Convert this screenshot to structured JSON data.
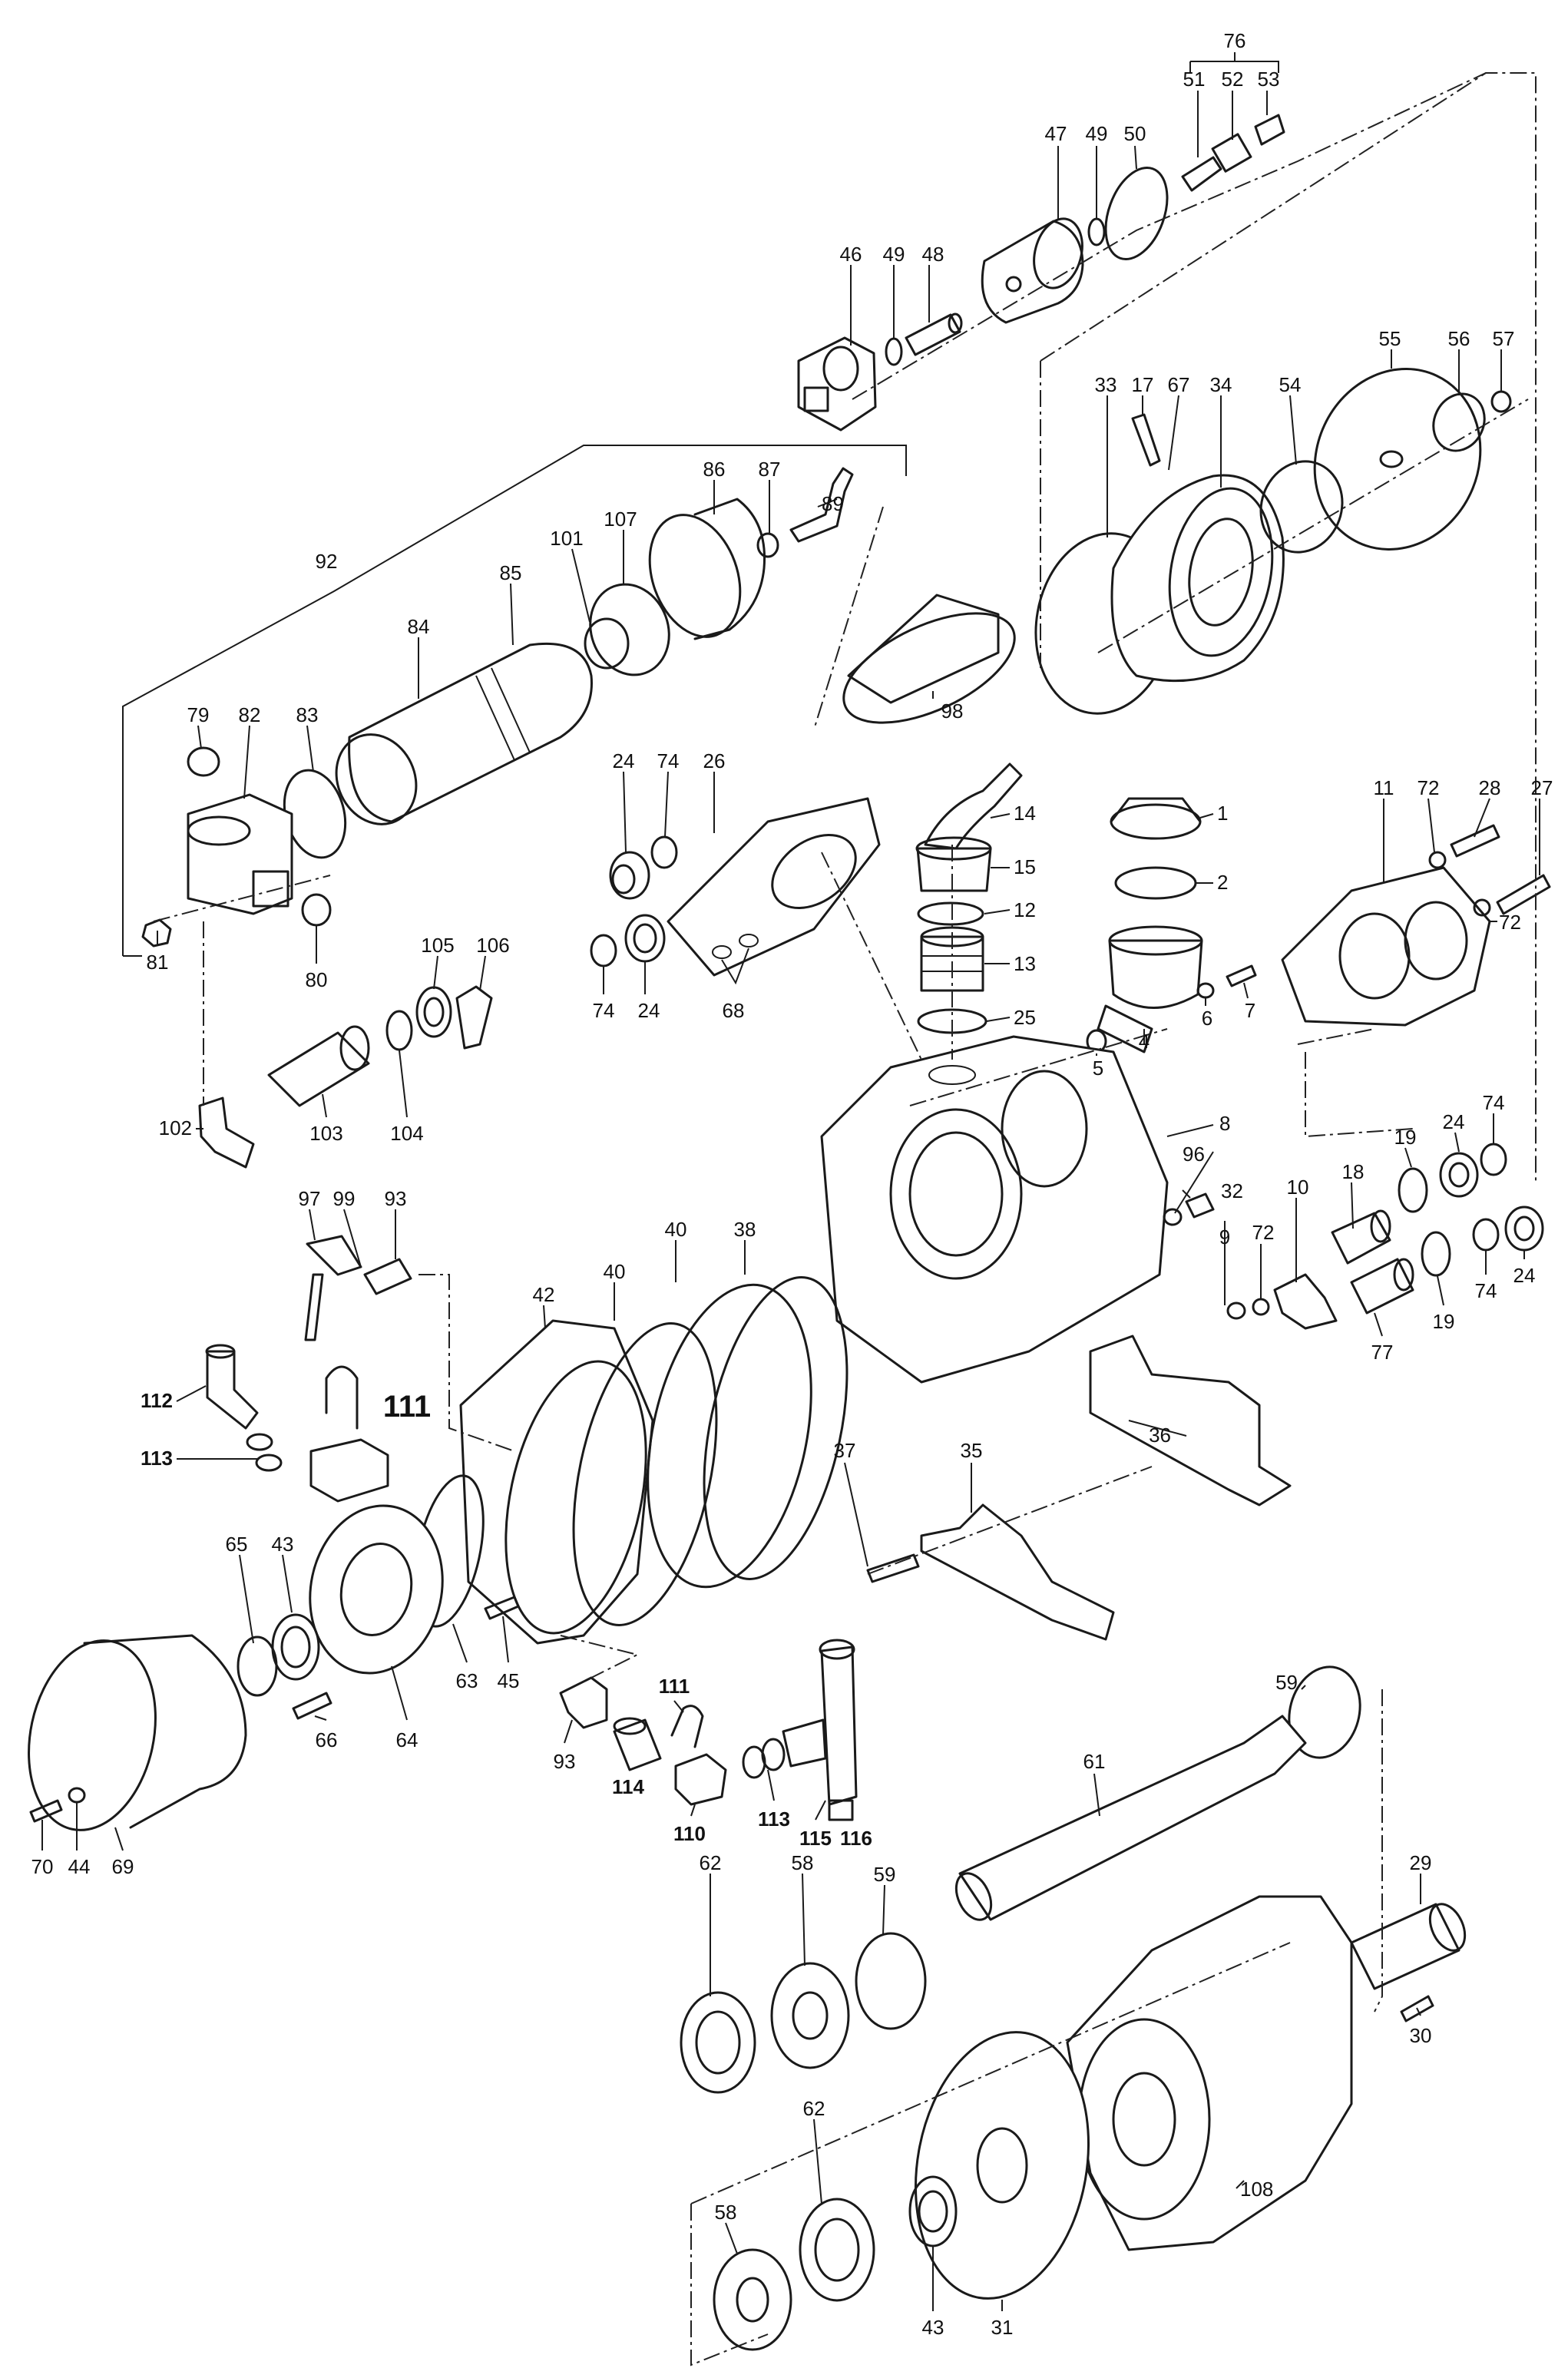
{
  "labels": {
    "p1": "1",
    "p2": "2",
    "p4": "4",
    "p5": "5",
    "p6": "6",
    "p7": "7",
    "p8": "8",
    "p9": "9",
    "p10": "10",
    "p11": "11",
    "p12": "12",
    "p13": "13",
    "p14": "14",
    "p15": "15",
    "p17": "17",
    "p18": "18",
    "p19a": "19",
    "p19b": "19",
    "p24a": "24",
    "p24b": "24",
    "p24c": "24",
    "p24d": "24",
    "p25": "25",
    "p26": "26",
    "p27": "27",
    "p28": "28",
    "p29": "29",
    "p30": "30",
    "p31": "31",
    "p32": "32",
    "p33": "33",
    "p34": "34",
    "p35": "35",
    "p36": "36",
    "p37": "37",
    "p38": "38",
    "p40a": "40",
    "p40b": "40",
    "p42": "42",
    "p43a": "43",
    "p43b": "43",
    "p44": "44",
    "p45": "45",
    "p46": "46",
    "p47": "47",
    "p48": "48",
    "p49a": "49",
    "p49b": "49",
    "p50": "50",
    "p51": "51",
    "p52": "52",
    "p53": "53",
    "p54": "54",
    "p55": "55",
    "p56": "56",
    "p57": "57",
    "p58a": "58",
    "p58b": "58",
    "p59a": "59",
    "p59b": "59",
    "p61": "61",
    "p62a": "62",
    "p62b": "62",
    "p63": "63",
    "p64": "64",
    "p65": "65",
    "p66": "66",
    "p67": "67",
    "p68": "68",
    "p69": "69",
    "p70": "70",
    "p72a": "72",
    "p72b": "72",
    "p72c": "72",
    "p74a": "74",
    "p74b": "74",
    "p74c": "74",
    "p74d": "74",
    "p76": "76",
    "p77": "77",
    "p79": "79",
    "p80": "80",
    "p81": "81",
    "p82": "82",
    "p83": "83",
    "p84": "84",
    "p85": "85",
    "p86": "86",
    "p87": "87",
    "p89": "89",
    "p92": "92",
    "p93a": "93",
    "p93b": "93",
    "p96": "96",
    "p97": "97",
    "p98": "98",
    "p99": "99",
    "p101": "101",
    "p102": "102",
    "p103": "103",
    "p104": "104",
    "p105": "105",
    "p106": "106",
    "p107": "107",
    "p108": "108",
    "p110": "110",
    "p111a": "111",
    "p111b": "111",
    "p112": "112",
    "p113a": "113",
    "p113b": "113",
    "p114": "114",
    "p115": "115",
    "p116": "116"
  }
}
